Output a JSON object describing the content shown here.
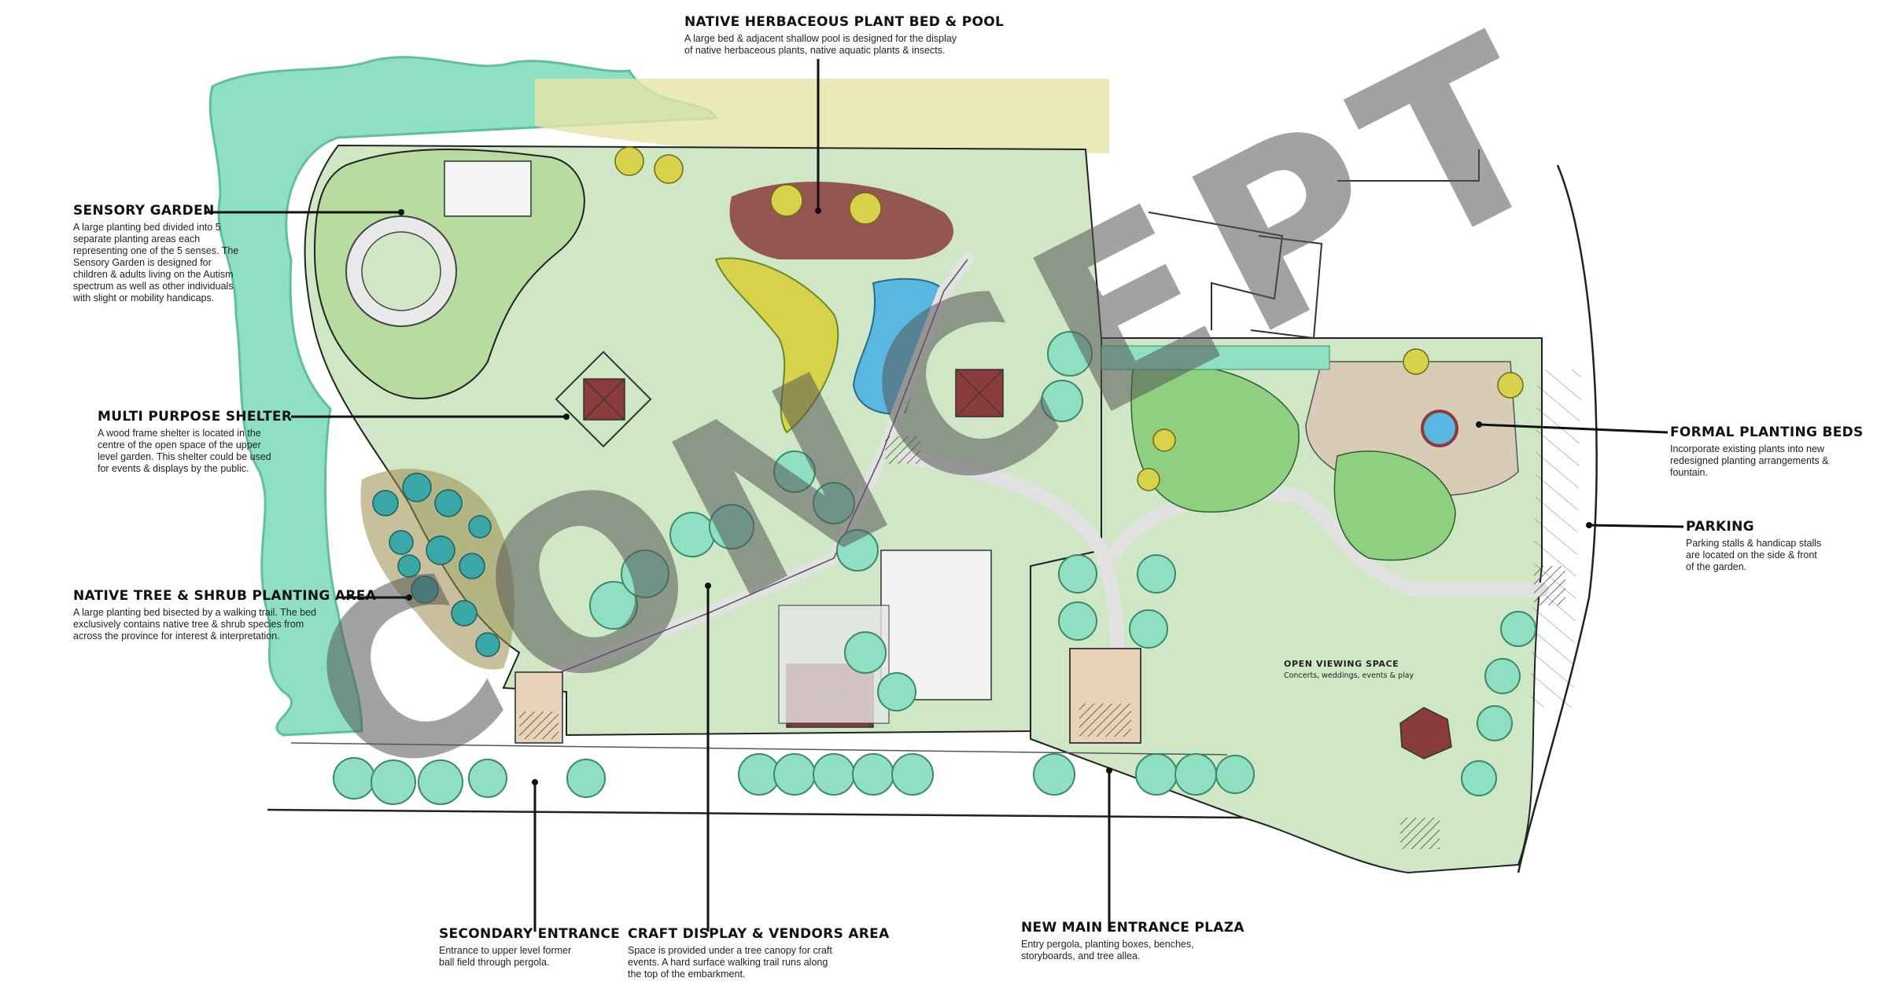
{
  "watermark": "CONCEPT",
  "colors": {
    "lawn": "#cfe7c5",
    "hedge_aqua": "#8fe0c3",
    "tree_teal": "#4fc9b5",
    "pool_blue": "#5ab8e0",
    "roof_maroon": "#8a3c3c",
    "path_gray": "#dedede",
    "plaza_tan": "#e8d3b8",
    "yellow_shrub": "#d8d24a"
  },
  "callouts": {
    "native_herbaceous": {
      "title": "NATIVE HERBACEOUS PLANT BED & POOL",
      "lines": [
        "A large bed & adjacent shallow pool is designed for the display",
        "of native herbaceous plants, native aquatic plants & insects."
      ]
    },
    "sensory_garden": {
      "title": "SENSORY GARDEN",
      "lines": [
        "A large planting bed divided into 5",
        "separate planting areas each",
        "representing one of the 5 senses. The",
        "Sensory Garden is designed for",
        "children & adults living on the Autism",
        "spectrum as well as other individuals",
        "with slight or mobility handicaps."
      ]
    },
    "multi_purpose_shelter": {
      "title": "MULTI PURPOSE SHELTER",
      "lines": [
        "A wood frame shelter is located in the",
        "centre of the open space of the upper",
        "level garden. This shelter could be used",
        "for events & displays by the public."
      ]
    },
    "native_tree_shrub": {
      "title": "NATIVE TREE & SHRUB PLANTING AREA",
      "lines": [
        "A large planting bed bisected by a walking trail. The bed",
        "exclusively contains native tree & shrub species from",
        "across the province for interest & interpretation."
      ]
    },
    "formal_planting_beds": {
      "title": "FORMAL PLANTING BEDS",
      "lines": [
        "Incorporate existing plants into new",
        "redesigned planting arrangements &",
        "fountain."
      ]
    },
    "parking": {
      "title": "PARKING",
      "lines": [
        "Parking stalls & handicap stalls",
        "are located on the side & front",
        "of the garden."
      ]
    },
    "secondary_entrance": {
      "title": "SECONDARY ENTRANCE",
      "lines": [
        "Entrance to upper level former",
        "ball field through pergola."
      ]
    },
    "craft_display": {
      "title": "CRAFT DISPLAY & VENDORS AREA",
      "lines": [
        "Space is provided under a tree canopy for craft",
        "events. A hard surface walking trail runs along",
        "the top of the embarkment."
      ]
    },
    "new_main_entrance": {
      "title": "NEW MAIN ENTRANCE PLAZA",
      "lines": [
        "Entry pergola, planting boxes, benches,",
        "storyboards, and tree allea."
      ]
    }
  },
  "open_viewing_space": {
    "title": "OPEN VIEWING  SPACE",
    "subtitle": "Concerts, weddings, events & play"
  }
}
